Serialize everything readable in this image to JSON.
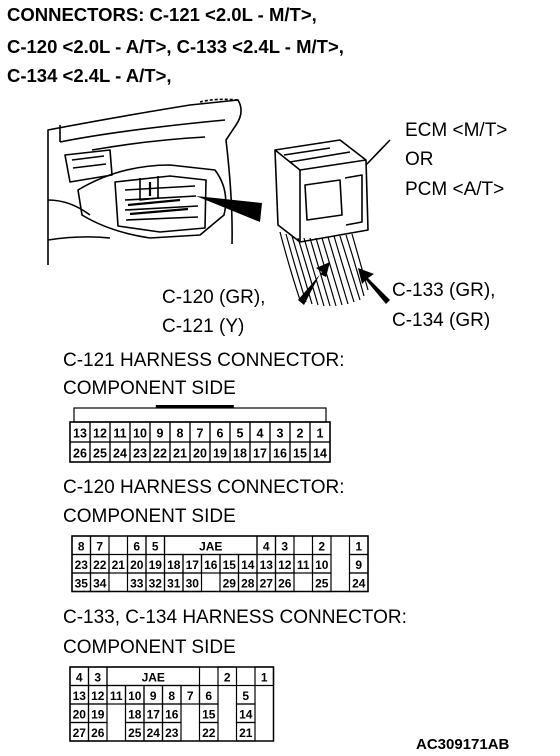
{
  "title": {
    "line1": "CONNECTORS: C-121 <2.0L - M/T>,",
    "line2": "C-120 <2.0L - A/T>, C-133 <2.4L - M/T>,",
    "line3": "C-134 <2.4L - A/T>,"
  },
  "callouts": {
    "ecm_line1": "ECM <M/T>",
    "ecm_line2": "OR",
    "ecm_line3": "PCM <A/T>",
    "left_line1": "C-120 (GR),",
    "left_line2": "C-121 (Y)",
    "right_line1": "C-133 (GR),",
    "right_line2": "C-134 (GR)"
  },
  "sections": {
    "c121_title": "C-121 HARNESS CONNECTOR:",
    "c121_sub": "COMPONENT SIDE",
    "c120_title": "C-120 HARNESS CONNECTOR:",
    "c120_sub": "COMPONENT SIDE",
    "c133_title": "C-133, C-134 HARNESS CONNECTOR:",
    "c133_sub": "COMPONENT SIDE"
  },
  "connectors": {
    "c121": {
      "rows": [
        [
          "13",
          "12",
          "11",
          "10",
          "9",
          "8",
          "7",
          "6",
          "5",
          "4",
          "3",
          "2",
          "1"
        ],
        [
          "26",
          "25",
          "24",
          "23",
          "22",
          "21",
          "20",
          "19",
          "18",
          "17",
          "16",
          "15",
          "14"
        ]
      ]
    },
    "c120": {
      "jae": "JAE",
      "rows": [
        [
          "8",
          "7",
          "",
          "6",
          "5",
          "",
          "",
          "",
          "",
          "",
          "4",
          "3",
          "",
          "2",
          "",
          "1"
        ],
        [
          "23",
          "22",
          "21",
          "20",
          "19",
          "18",
          "17",
          "16",
          "15",
          "14",
          "13",
          "12",
          "11",
          "10",
          "",
          "9"
        ],
        [
          "35",
          "34",
          "",
          "33",
          "32",
          "31",
          "30",
          "",
          "29",
          "28",
          "27",
          "26",
          "",
          "25",
          "",
          "24"
        ]
      ]
    },
    "c133": {
      "jae": "JAE",
      "rows": [
        [
          "4",
          "3",
          "",
          "",
          "",
          "",
          "",
          "",
          "2",
          "",
          "1"
        ],
        [
          "13",
          "12",
          "11",
          "10",
          "9",
          "8",
          "7",
          "6",
          "",
          "5",
          ""
        ],
        [
          "20",
          "19",
          "",
          "18",
          "17",
          "16",
          "",
          "15",
          "",
          "14",
          ""
        ],
        [
          "27",
          "26",
          "",
          "25",
          "24",
          "23",
          "",
          "22",
          "",
          "21",
          ""
        ]
      ]
    }
  },
  "footer": {
    "code": "AC309171AB"
  }
}
